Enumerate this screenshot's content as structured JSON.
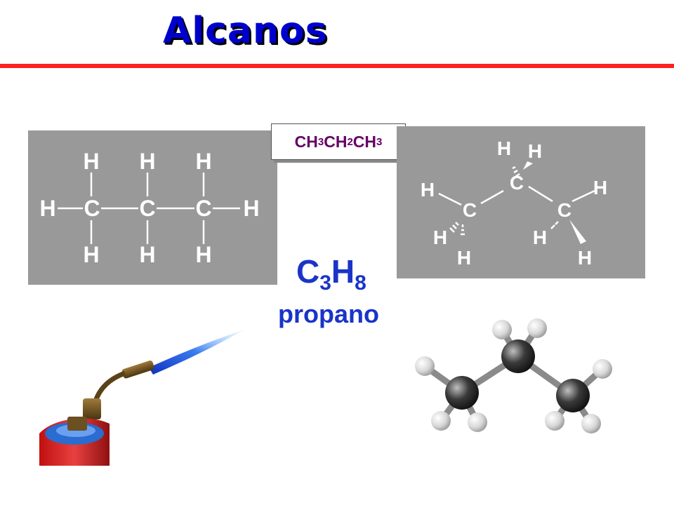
{
  "title": "Alcanos",
  "condensed_formula": {
    "parts": [
      "CH",
      "3",
      "CH",
      "2",
      "CH",
      "3"
    ]
  },
  "molecular_formula": {
    "c": "C",
    "c_count": "3",
    "h": "H",
    "h_count": "8"
  },
  "name": "propano",
  "structural_formula": {
    "atom_labels": {
      "carbon": "C",
      "hydrogen": "H"
    }
  },
  "colors": {
    "title": "#0000cc",
    "rule": "#ff2020",
    "panel": "#999999",
    "condensed_text": "#660066",
    "formula_text": "#1a34c8"
  }
}
